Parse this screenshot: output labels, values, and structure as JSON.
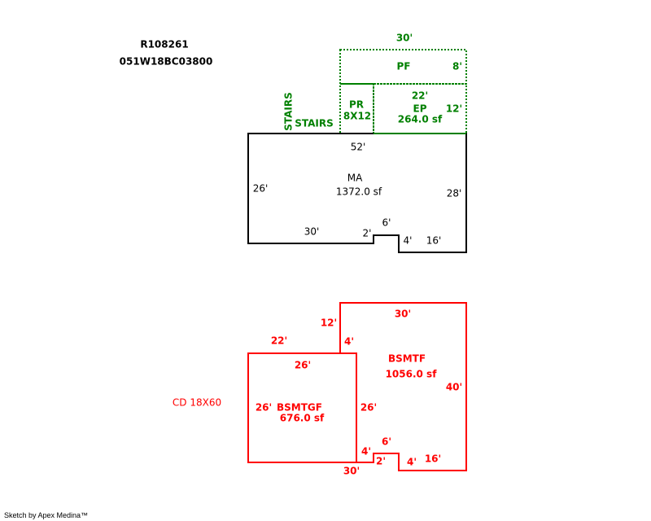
{
  "header": {
    "parcel_id": "R108261",
    "map_number": "051W18BC03800"
  },
  "colors": {
    "main": "#000000",
    "porch": "#008000",
    "basement": "#ff0000"
  },
  "upper": {
    "pf": {
      "label": "PF",
      "top": "30'",
      "side": "8'"
    },
    "ep": {
      "label": "EP",
      "area": "264.0 sf",
      "top": "22'",
      "side": "12'"
    },
    "pr": {
      "label": "PR",
      "size": "8X12"
    },
    "stairs_vertical": "STAIRS",
    "stairs_horizontal": "STAIRS",
    "ma": {
      "label": "MA",
      "area": "1372.0 sf",
      "top": "52'",
      "left": "26'",
      "right": "28'",
      "bottom_left": "30'",
      "notch_left": "2'",
      "notch_top": "6'",
      "notch_right": "4'",
      "bottom_right": "16'"
    }
  },
  "lower": {
    "bsmtf": {
      "label": "BSMTF",
      "area": "1056.0 sf",
      "top": "30'",
      "left_upper": "12'",
      "left_step": "4'",
      "right": "40'",
      "notch_left": "4'",
      "notch_bottom": "2'",
      "notch_top": "6'",
      "notch_right": "4'",
      "bottom_right": "16'",
      "bottom_left": "30'"
    },
    "bsmtgf": {
      "label": "BSMTGF",
      "area": "676.0 sf",
      "top": "26'",
      "left": "26'",
      "right": "26'",
      "outer_top": "22'"
    },
    "cd": "CD 18X60"
  },
  "footer": "Sketch by Apex Medina™"
}
